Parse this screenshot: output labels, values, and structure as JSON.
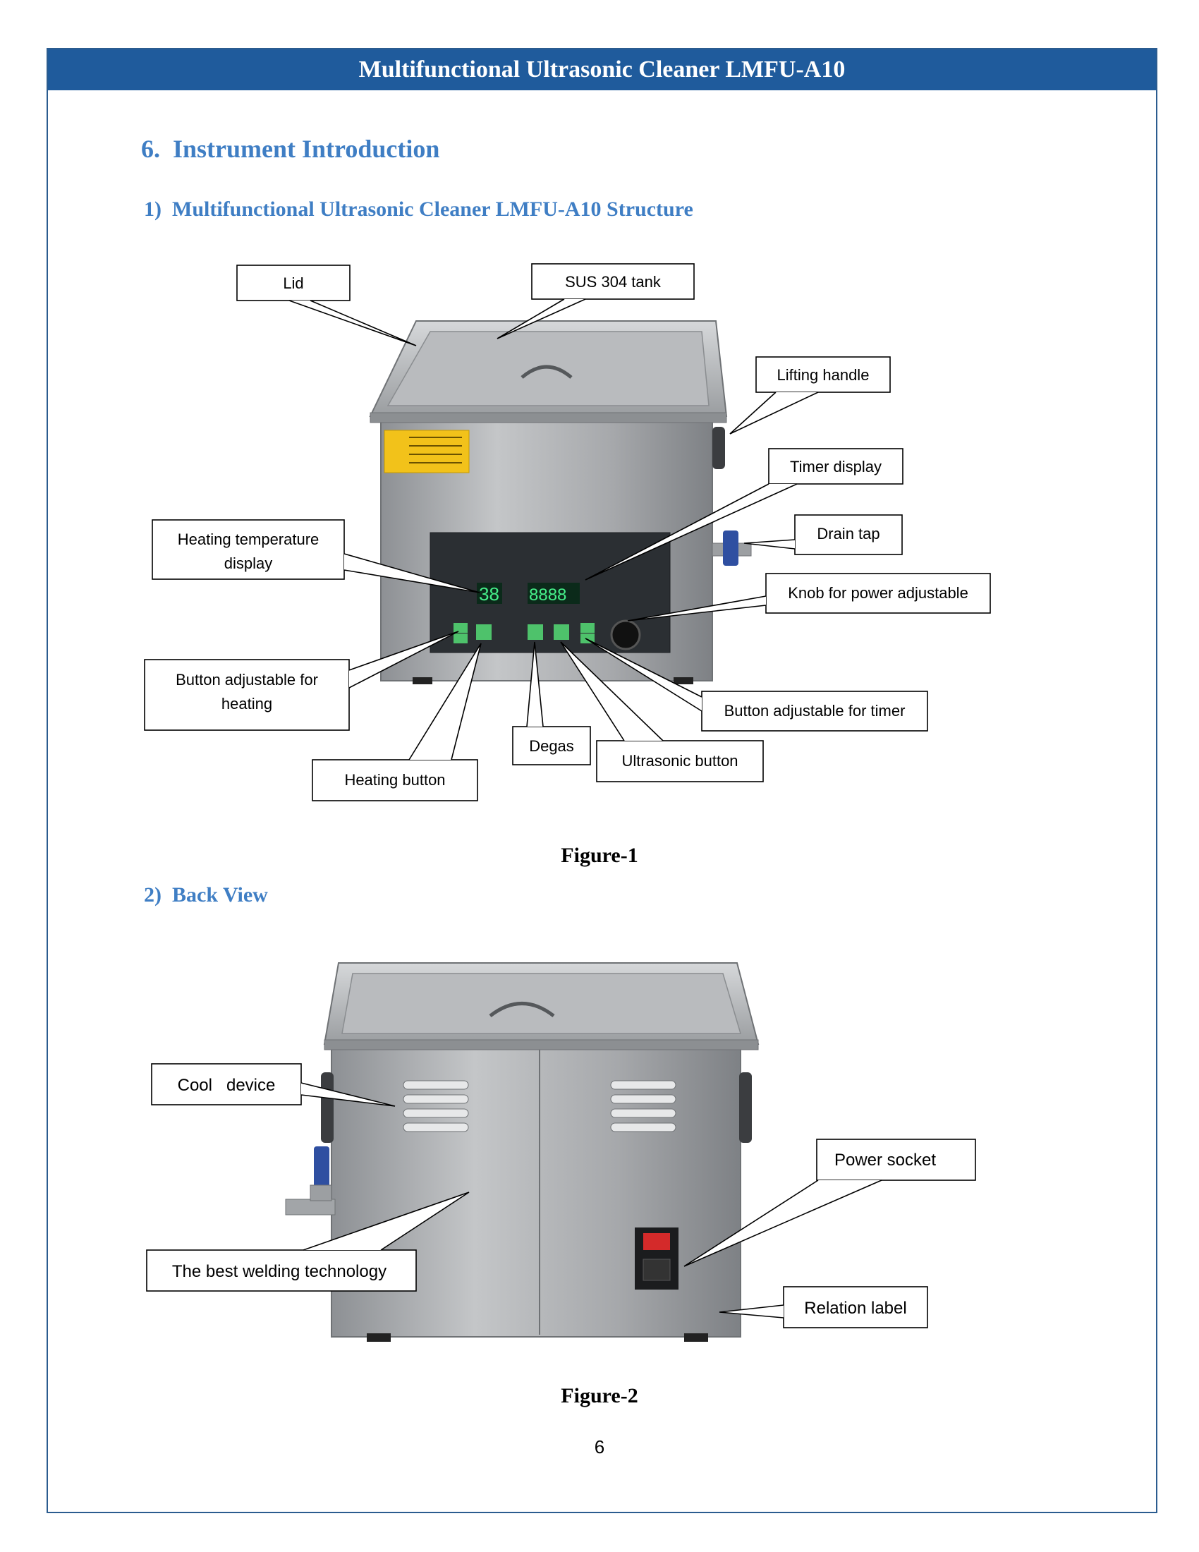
{
  "header": {
    "title": "Multifunctional Ultrasonic Cleaner LMFU-A10"
  },
  "section": {
    "number": "6.",
    "title": "Instrument Introduction"
  },
  "subsections": [
    {
      "number": "1)",
      "title": "Multifunctional Ultrasonic Cleaner LMFU-A10 Structure"
    },
    {
      "number": "2)",
      "title": "Back View"
    }
  ],
  "figure1": {
    "caption": "Figure-1",
    "labels": {
      "lid": "Lid",
      "tank": "SUS 304 tank",
      "lifting_handle": "Lifting handle",
      "timer_display": "Timer display",
      "drain_tap": "Drain tap",
      "heating_temp_line1": "Heating temperature",
      "heating_temp_line2": "display",
      "knob_power": "Knob for power adjustable",
      "button_heating_line1": "Button adjustable for",
      "button_heating_line2": "heating",
      "button_timer": "Button adjustable for timer",
      "degas": "Degas",
      "ultrasonic_button": "Ultrasonic button",
      "heating_button": "Heating button"
    },
    "display": {
      "temperature": "38",
      "timer": "8888"
    }
  },
  "figure2": {
    "caption": "Figure-2",
    "labels": {
      "cool_device": "Cool   device",
      "power_socket": "Power socket",
      "welding": "The best welding technology",
      "relation_label": "Relation label"
    }
  },
  "page_number": "6",
  "colors": {
    "header_bg": "#1f5b9c",
    "heading": "#3f7ec4",
    "steel": "#a9abad"
  }
}
